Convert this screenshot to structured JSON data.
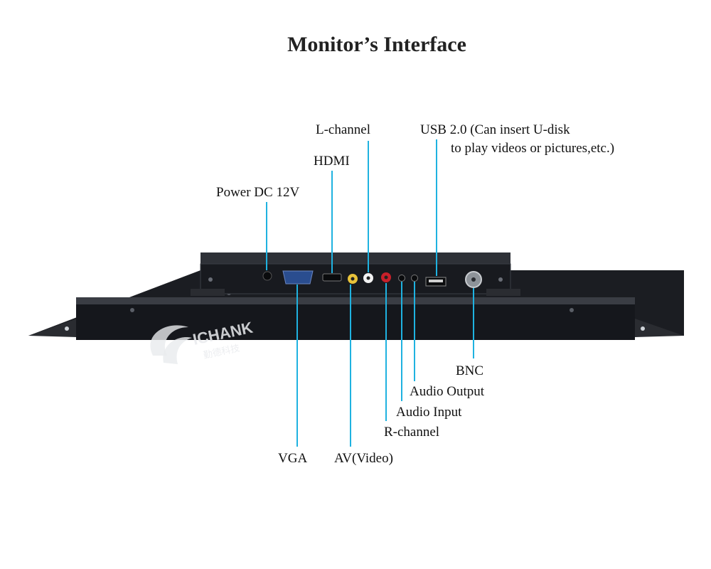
{
  "title": "Monitor’s Interface",
  "watermark": {
    "text_latin": "ICHANK",
    "text_cjk": "勤德科技"
  },
  "colors": {
    "leader": "#1fb2e0",
    "panel": "#15171c",
    "panel_edge": "#3a3d44",
    "text": "#111111"
  },
  "ports": [
    {
      "id": "power",
      "label": "Power DC 12V",
      "side": "top"
    },
    {
      "id": "hdmi",
      "label": "HDMI",
      "side": "top"
    },
    {
      "id": "l_channel",
      "label": "L-channel",
      "side": "top"
    },
    {
      "id": "usb",
      "label": "USB 2.0 (Can insert U-disk",
      "label_line2": "to play videos or pictures,etc.)",
      "side": "top"
    },
    {
      "id": "vga",
      "label": "VGA",
      "side": "bottom"
    },
    {
      "id": "av",
      "label": "AV(Video)",
      "side": "bottom"
    },
    {
      "id": "r_channel",
      "label": "R-channel",
      "side": "bottom"
    },
    {
      "id": "audio_in",
      "label": "Audio Input",
      "side": "bottom"
    },
    {
      "id": "audio_out",
      "label": "Audio Output",
      "side": "bottom"
    },
    {
      "id": "bnc",
      "label": "BNC",
      "side": "bottom"
    }
  ]
}
